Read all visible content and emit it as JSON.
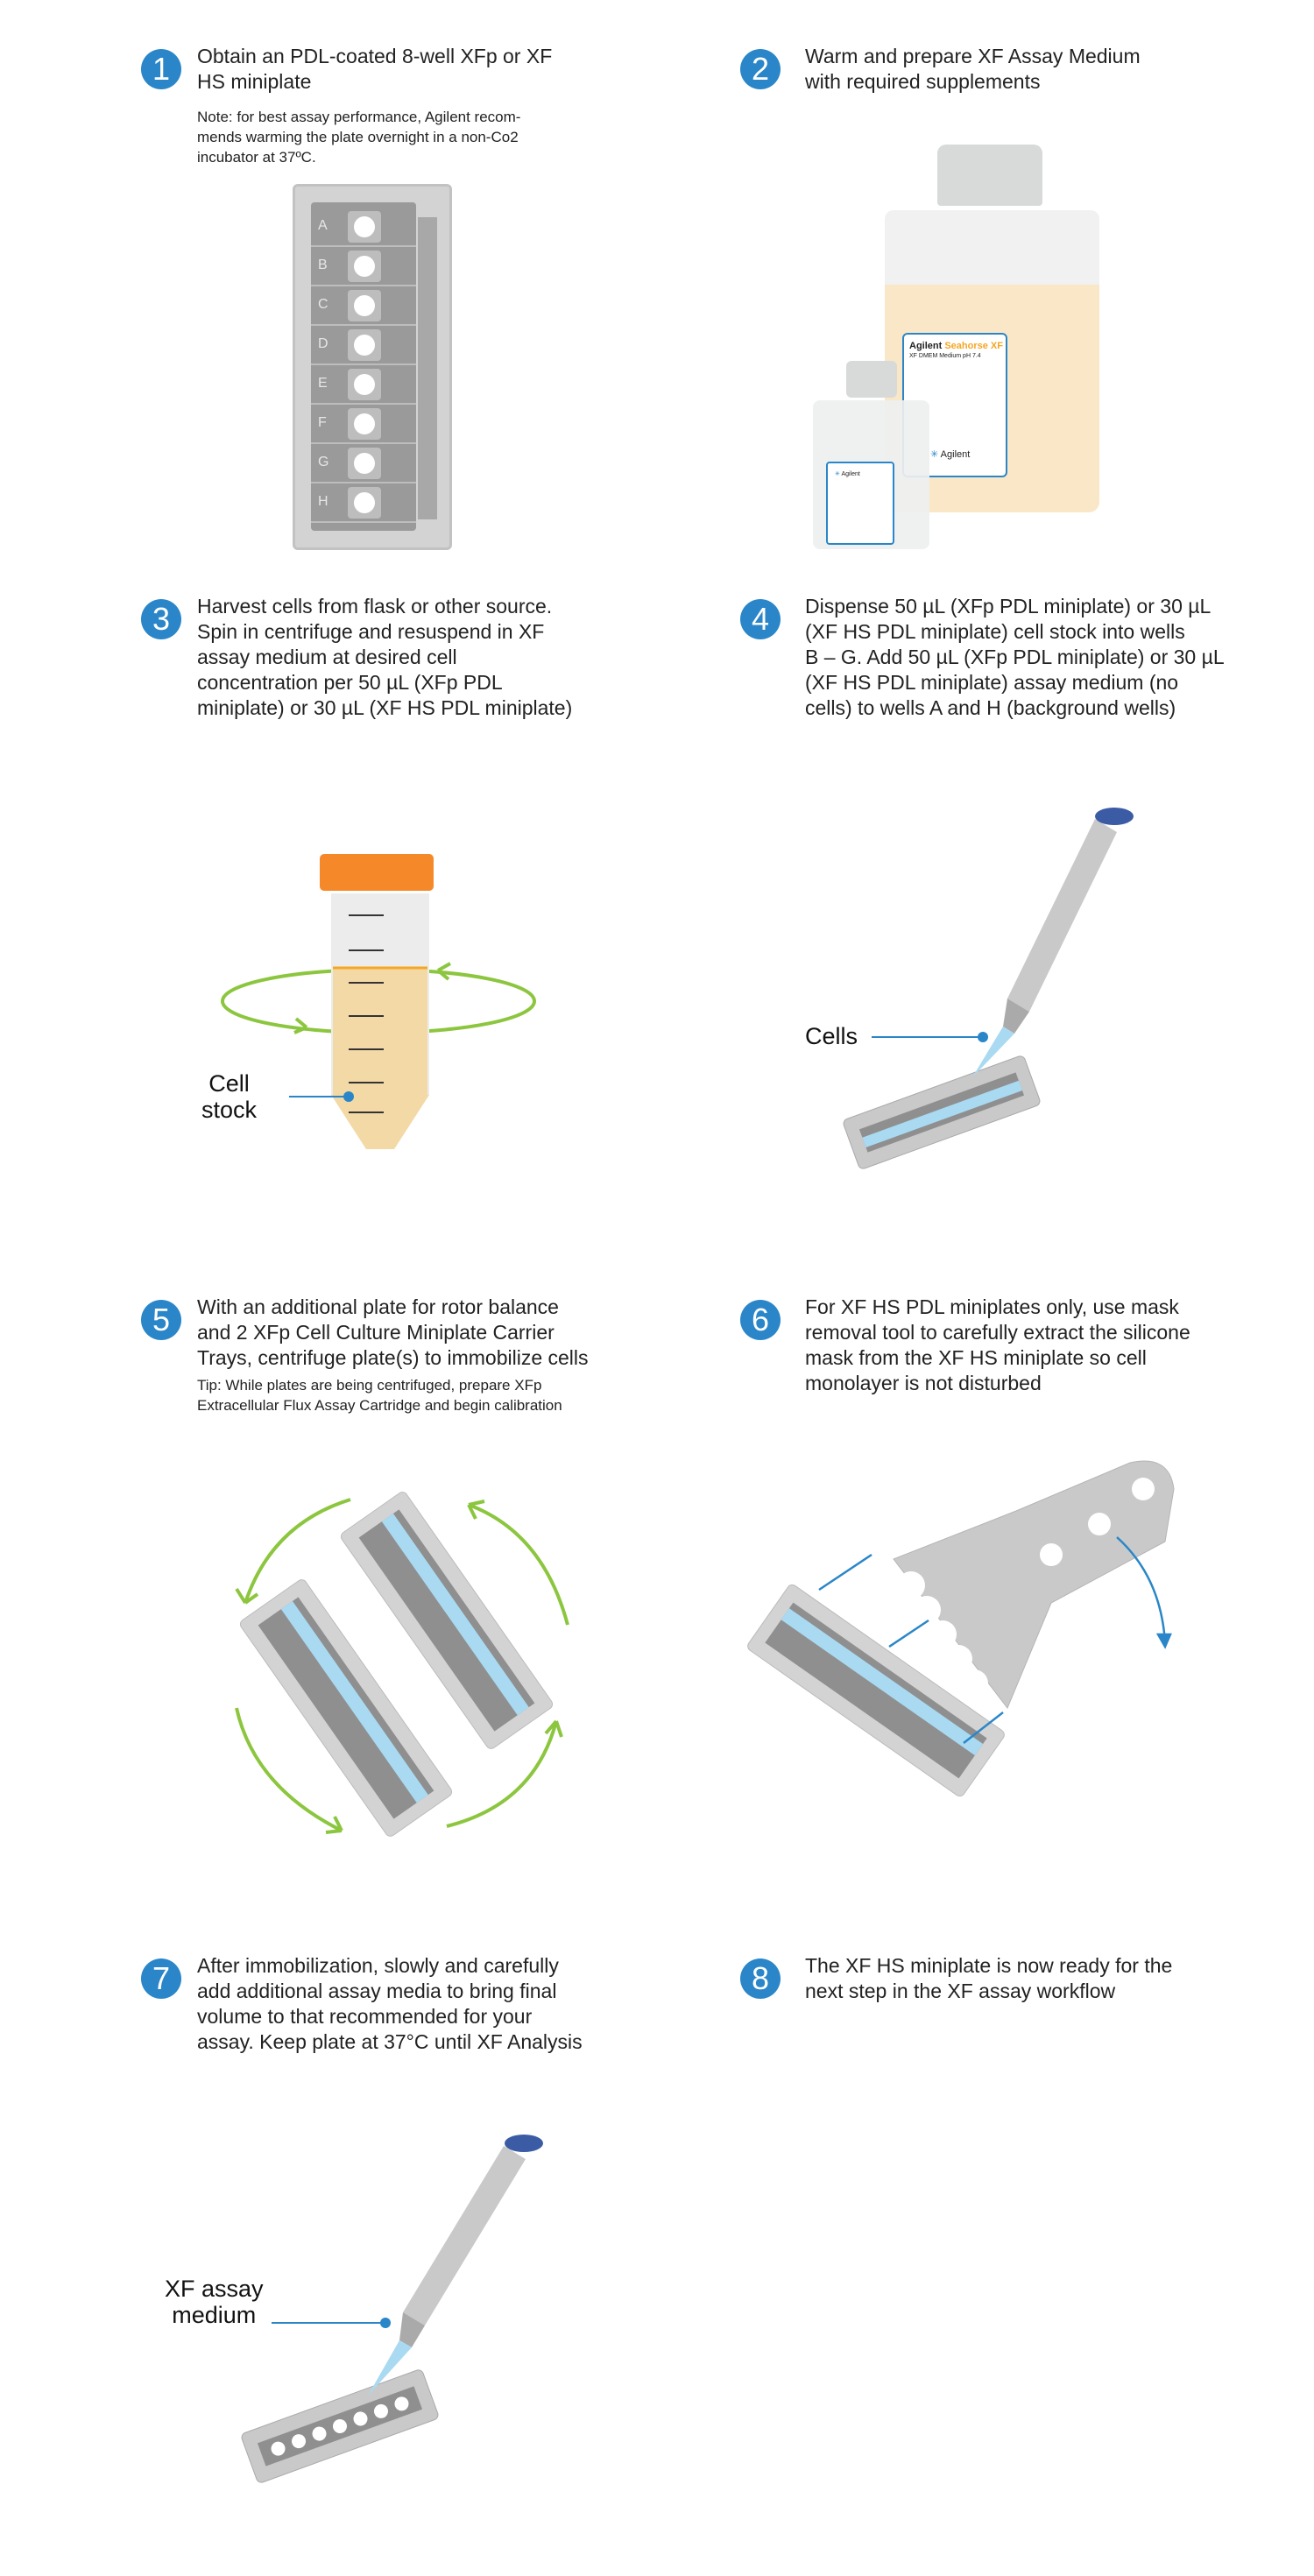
{
  "steps": [
    {
      "number": "1",
      "title": "Obtain an PDL-coated 8-well XFp or XF\nHS miniplate",
      "note": "Note: for best assay performance, Agilent recom-\nmends warming the plate overnight in a non-Co2\nincubator at 37ºC.",
      "well_labels": [
        "A",
        "B",
        "C",
        "D",
        "E",
        "F",
        "G",
        "H"
      ]
    },
    {
      "number": "2",
      "title": "Warm and prepare XF Assay Medium\nwith required supplements",
      "bottle_label": {
        "brand": "Agilent",
        "product": "Seahorse XF",
        "medium": "XF DMEM Medium pH 7.4",
        "logo": "Agilent"
      },
      "small_bottle_logo": "Agilent"
    },
    {
      "number": "3",
      "title": "Harvest cells from flask or other source.\nSpin in centrifuge and resuspend in XF\nassay medium at desired cell\nconcentration per 50 µL (XFp PDL\nminiplate) or 30 µL (XF HS PDL miniplate)",
      "callout": "Cell\nstock"
    },
    {
      "number": "4",
      "title": "Dispense 50 µL (XFp PDL miniplate) or 30 µL\n(XF HS PDL miniplate) cell stock into wells\nB – G. Add 50 µL (XFp PDL miniplate) or 30 µL\n(XF HS PDL miniplate) assay medium (no\ncells) to wells A and H (background wells)",
      "callout": "Cells"
    },
    {
      "number": "5",
      "title": "With an additional plate for rotor balance\nand 2 XFp Cell Culture Miniplate Carrier\nTrays, centrifuge plate(s) to immobilize cells",
      "note": "Tip: While plates are being centrifuged, prepare XFp\nExtracellular Flux Assay Cartridge and begin calibration"
    },
    {
      "number": "6",
      "title": "For XF HS PDL miniplates only, use mask\nremoval tool to carefully extract the silicone\nmask from the XF HS miniplate so cell\nmonolayer is not disturbed"
    },
    {
      "number": "7",
      "title": "After immobilization, slowly and carefully\nadd additional assay media to bring final\nvolume to that recommended for your\nassay. Keep plate at 37°C until XF Analysis",
      "callout": "XF assay\nmedium"
    },
    {
      "number": "8",
      "title": "The XF HS miniplate is now ready for the\nnext step in the XF assay workflow"
    }
  ],
  "colors": {
    "accent": "#2a86c8",
    "arrow_green": "#8cc63f",
    "tube_cap": "#f5892a",
    "medium": "#f3d9a6",
    "plate_gray": "#9a9a9a"
  }
}
